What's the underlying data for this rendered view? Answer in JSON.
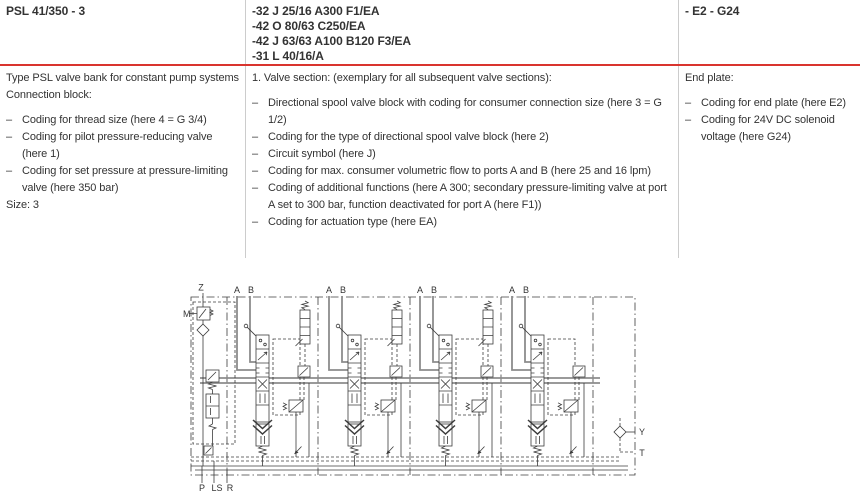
{
  "bullet": "–",
  "colors": {
    "accent_red": "#d9342e",
    "text": "#333333",
    "divider": "#cccccc",
    "schematic_line": "#3c3c3c"
  },
  "header": {
    "col1": "PSL 41/350 - 3",
    "col2_lines": [
      "-32 J 25/16 A300 F1/EA",
      "-42 O 80/63 C250/EA",
      "-42 J 63/63 A100 B120 F3/EA",
      "-31 L 40/16/A"
    ],
    "col3": "- E2 - G24"
  },
  "col1": {
    "intro": "Type PSL valve bank for constant pump systems",
    "subtitle": "Connection block:",
    "items": [
      "Coding for thread size (here 4 = G 3/4)",
      "Coding for pilot pressure-reducing valve (here 1)",
      "Coding for set pressure at pressure-limiting valve (here 350 bar)"
    ],
    "size_note": "Size: 3"
  },
  "col2": {
    "title": "1. Valve section: (exemplary for all subsequent valve sections):",
    "items": [
      "Directional spool valve block with coding for consumer connection size (here 3 = G 1/2)",
      "Coding for the type of directional spool valve block (here 2)",
      "Circuit symbol (here J)",
      "Coding for max. consumer volumetric flow to ports A and B (here 25 and 16 lpm)",
      "Coding of additional functions (here A 300; secondary pressure-limiting valve at port A set to 300 bar, function deactivated for port A (here F1))",
      "Coding for actuation type (here EA)"
    ]
  },
  "col3": {
    "title": "End plate:",
    "items": [
      "Coding for end plate (here E2)",
      "Coding for 24V DC solenoid voltage (here G24)"
    ]
  },
  "diagram": {
    "labels": {
      "z": "Z",
      "m": "M",
      "port_a": "A",
      "port_b": "B",
      "p": "P",
      "ls": "LS",
      "r": "R",
      "y": "Y",
      "t": "T"
    }
  }
}
